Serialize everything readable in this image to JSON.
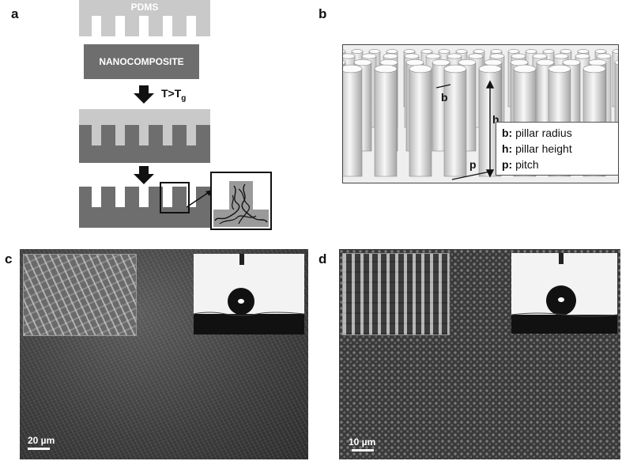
{
  "panels": {
    "a": "a",
    "b": "b",
    "c": "c",
    "d": "d"
  },
  "panel_a": {
    "mold_label": "PDMS",
    "film_label": "NANOCOMPOSITE",
    "step_label": "T>T",
    "step_subscript": "g"
  },
  "panel_b": {
    "dim_b": "b",
    "dim_h": "h",
    "dim_p": "p",
    "legend": [
      {
        "key": "b:",
        "text": "pillar radius"
      },
      {
        "key": "h:",
        "text": "pillar height"
      },
      {
        "key": "p:",
        "text": "pitch"
      }
    ]
  },
  "panel_c": {
    "scalebar": "20 µm"
  },
  "panel_d": {
    "scalebar": "10 µm"
  }
}
